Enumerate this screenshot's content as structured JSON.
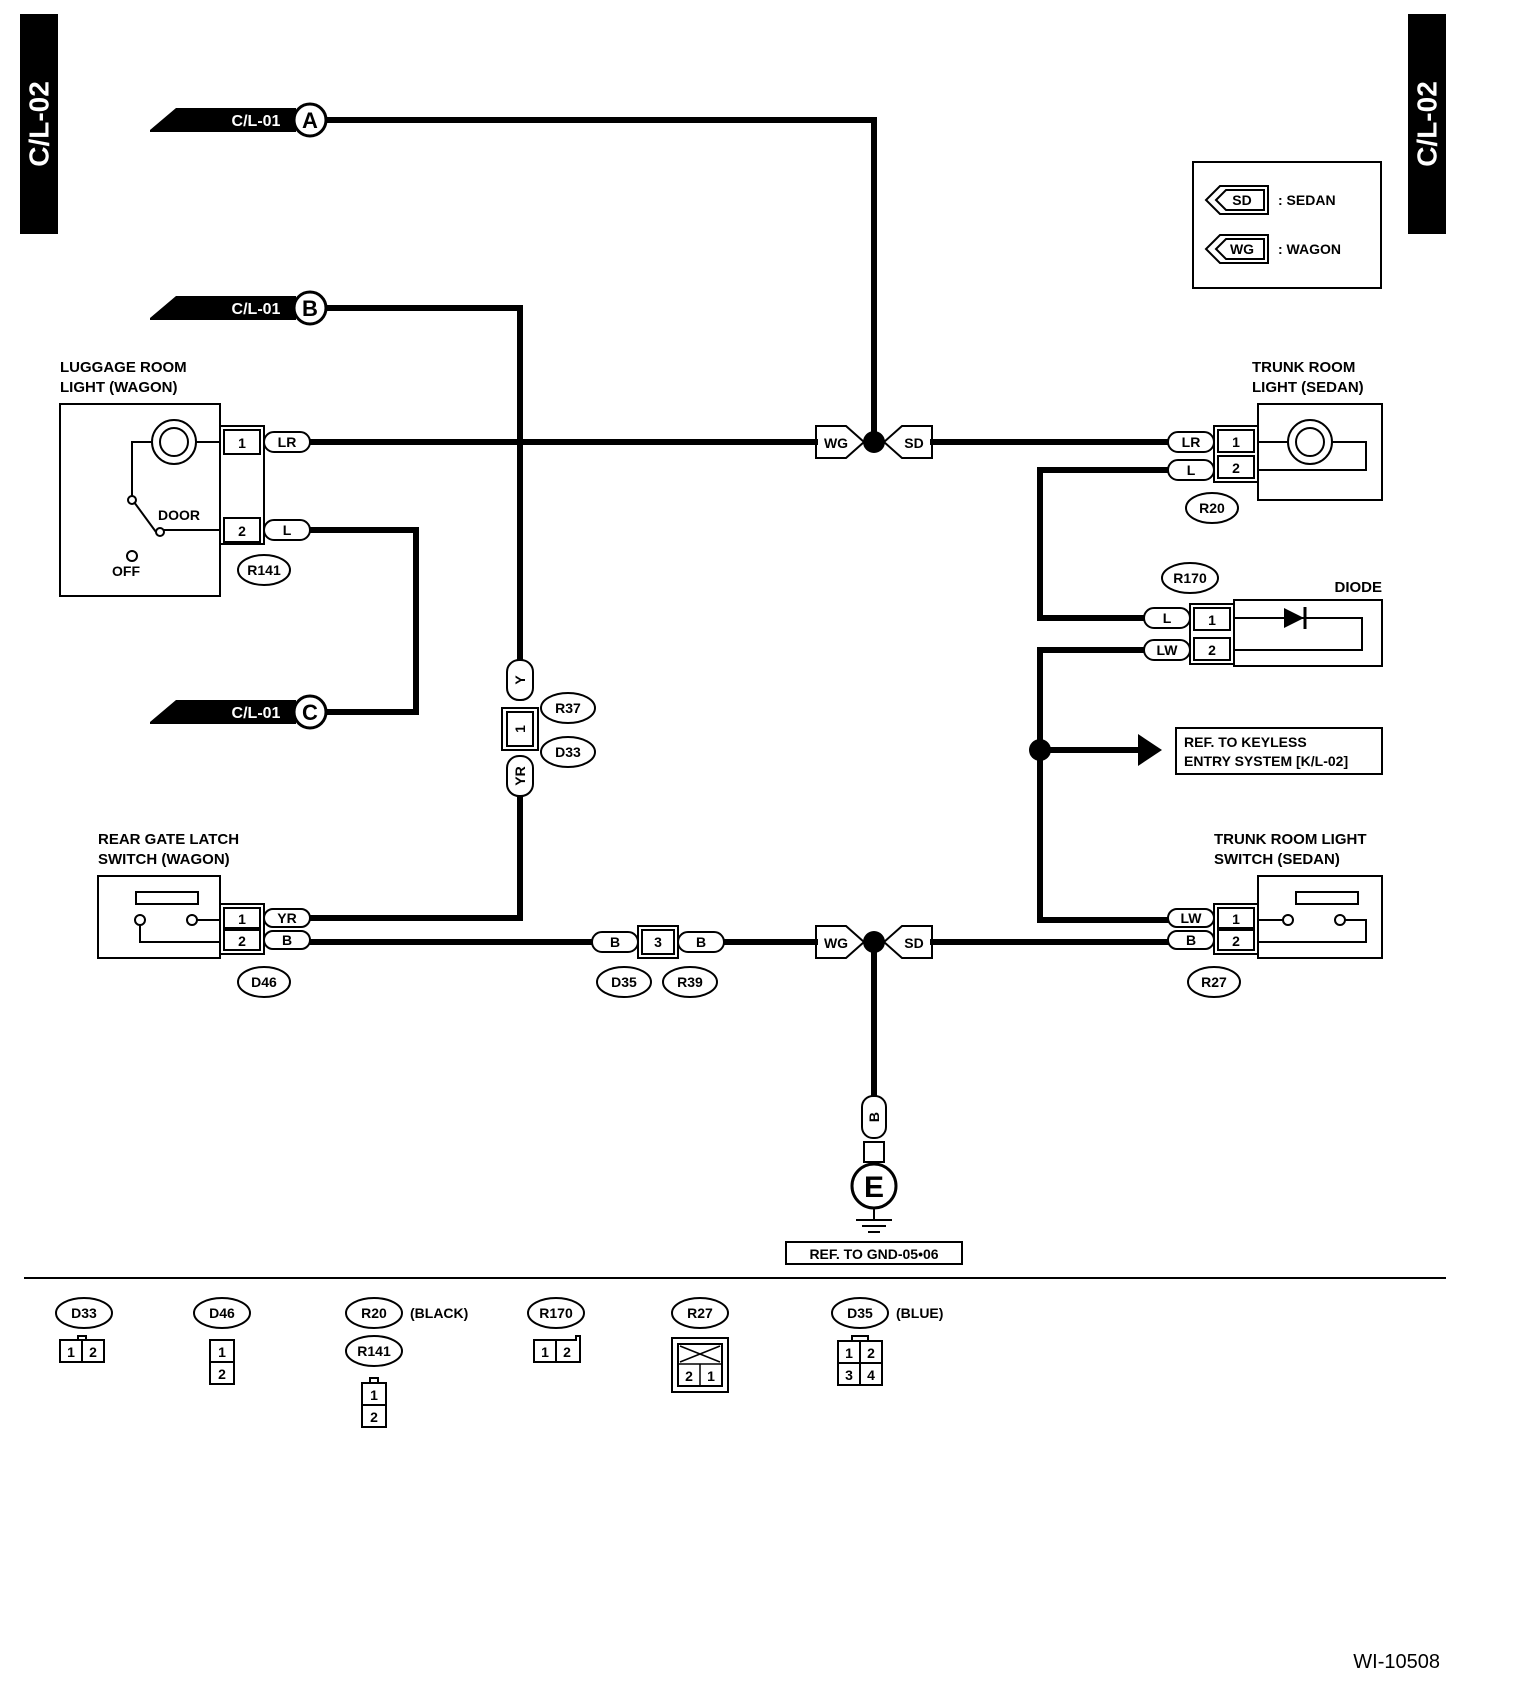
{
  "page_tab": "C/L-02",
  "legend": {
    "sd": "SD",
    "sd_desc": ": SEDAN",
    "wg": "WG",
    "wg_desc": ": WAGON"
  },
  "refs": {
    "cl01": "C/L-01",
    "a": "A",
    "b": "B",
    "c": "C"
  },
  "components": {
    "luggage_room_light": [
      "LUGGAGE ROOM",
      "LIGHT (WAGON)"
    ],
    "door": "DOOR",
    "off": "OFF",
    "trunk_room_light": [
      "TRUNK ROOM",
      "LIGHT (SEDAN)"
    ],
    "diode": "DIODE",
    "rear_gate_latch": [
      "REAR GATE LATCH",
      "SWITCH (WAGON)"
    ],
    "trunk_room_light_switch": [
      "TRUNK ROOM LIGHT",
      "SWITCH (SEDAN)"
    ],
    "keyless_ref": [
      "REF. TO KEYLESS",
      "ENTRY SYSTEM [K/L-02]"
    ],
    "ground_ref": "REF. TO GND-05•06",
    "ground_label": "E"
  },
  "connectors": {
    "r141": "R141",
    "r20": "R20",
    "r170": "R170",
    "r37": "R37",
    "d33": "D33",
    "d46": "D46",
    "d35": "D35",
    "r39": "R39",
    "r27": "R27"
  },
  "wires": {
    "lr": "LR",
    "l": "L",
    "lw": "LW",
    "y": "Y",
    "yr": "YR",
    "b": "B",
    "wg": "WG",
    "sd": "SD"
  },
  "pins": {
    "p1": "1",
    "p2": "2",
    "p3": "3",
    "p4": "4"
  },
  "connector_legend": [
    {
      "id": "D33",
      "note": "",
      "pins": [
        "1",
        "2"
      ]
    },
    {
      "id": "D46",
      "note": "",
      "pins": [
        "1",
        "2"
      ]
    },
    {
      "id": "R20",
      "note": "(BLACK)",
      "pins": []
    },
    {
      "id": "R141",
      "note": "",
      "pins": [
        "1",
        "2"
      ]
    },
    {
      "id": "R170",
      "note": "",
      "pins": [
        "1",
        "2"
      ]
    },
    {
      "id": "R27",
      "note": "",
      "pins": [
        "2",
        "1"
      ]
    },
    {
      "id": "D35",
      "note": "(BLUE)",
      "pins": [
        "1",
        "2",
        "3",
        "4"
      ]
    }
  ],
  "figure_id": "WI-10508"
}
